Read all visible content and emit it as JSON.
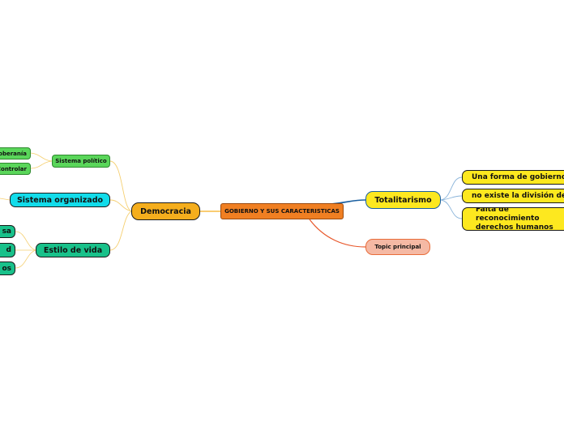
{
  "mindmap": {
    "central": "GOBIERNO Y SUS CARACTERISTICAS",
    "democracia": {
      "label": "Democracia",
      "sistema_politico": {
        "label": "Sistema político",
        "children": [
          "Soberanía",
          "Controlar"
        ]
      },
      "sistema_organizado": {
        "label": "Sistema organizado"
      },
      "estilo_vida": {
        "label": "Estilo de vida",
        "children": [
          "sa",
          "d",
          "os"
        ]
      }
    },
    "totalitarismo": {
      "label": "Totalitarismo",
      "children": [
        "Una forma de gobierno",
        "no existe la división de",
        "Falta de reconocimiento derechos humanos"
      ]
    },
    "topic": {
      "label": "Topic principal"
    }
  },
  "colors": {
    "central": "#f07f22",
    "democracia": "#f5ae1d",
    "totalitarismo": "#fde81f",
    "topic": "#f5b9a4",
    "sistema_politico": "#5ad65a",
    "sistema_organizado": "#12dcea",
    "estilo_vida": "#19c18a"
  }
}
